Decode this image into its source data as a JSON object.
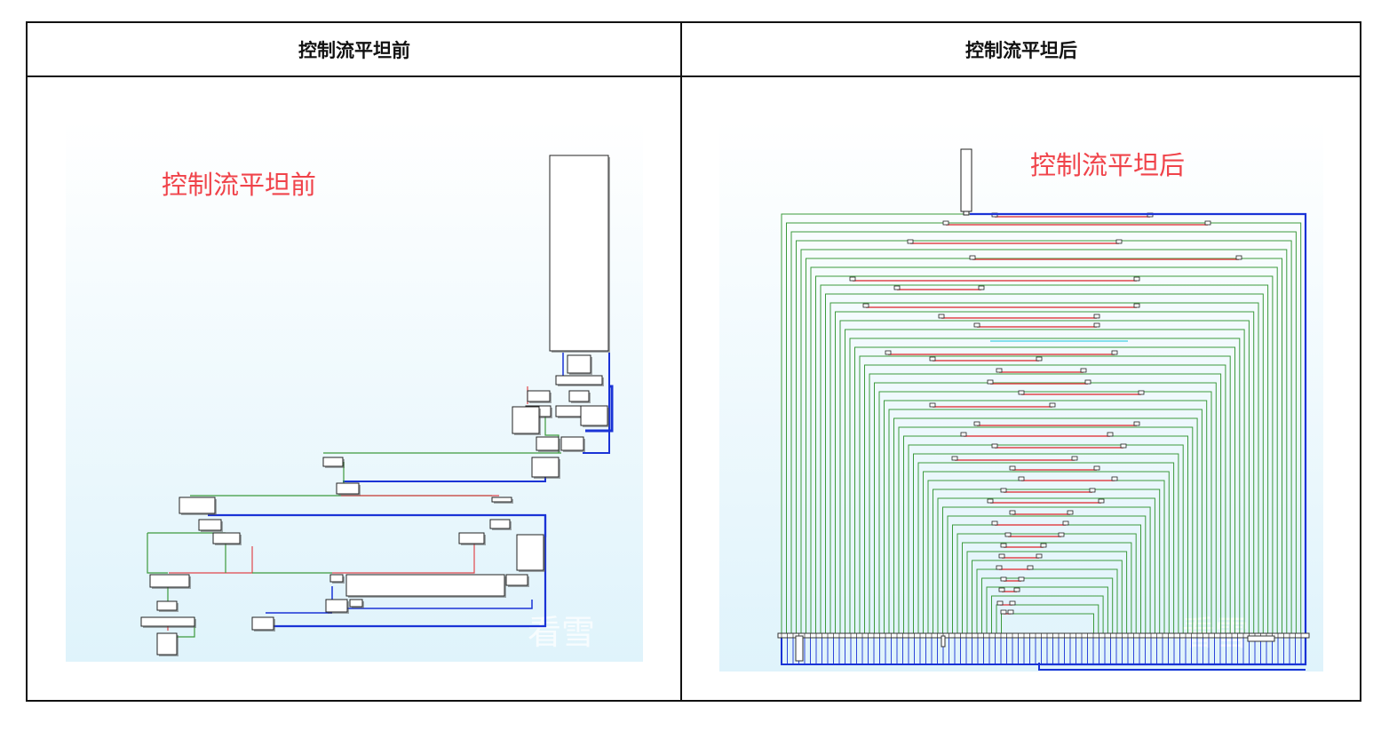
{
  "header": {
    "left_title": "控制流平坦前",
    "right_title": "控制流平坦后"
  },
  "panels": {
    "before": {
      "caption": "控制流平坦前",
      "watermark": "看雪"
    },
    "after": {
      "caption": "控制流平坦后",
      "watermark": "看雪"
    }
  },
  "colors": {
    "edge_true": "#3c9a3c",
    "edge_false": "#e0464b",
    "edge_back": "#1a33d6",
    "edge_other": "#5fd6e6",
    "caption": "#f0434a",
    "panel_bg_top": "#ffffff",
    "panel_bg_bottom": "#dff3fb"
  }
}
